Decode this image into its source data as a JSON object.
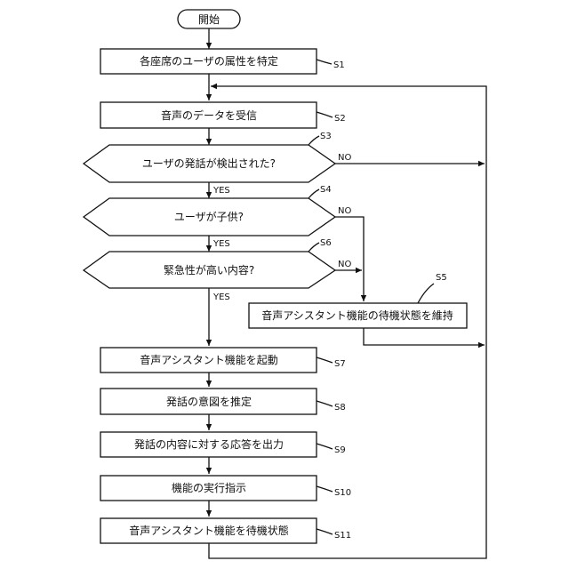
{
  "nodes": {
    "start": "開始",
    "s1": "各座席のユーザの属性を特定",
    "s2": "音声のデータを受信",
    "s3": "ユーザの発話が検出された?",
    "s4": "ユーザが子供?",
    "s6": "緊急性が高い内容?",
    "s5": "音声アシスタント機能の待機状態を維持",
    "s7": "音声アシスタント機能を起動",
    "s8": "発話の意図を推定",
    "s9": "発話の内容に対する応答を出力",
    "s10": "機能の実行指示",
    "s11": "音声アシスタント機能を待機状態"
  },
  "step_labels": {
    "s1": "S1",
    "s2": "S2",
    "s3": "S3",
    "s4": "S4",
    "s5": "S5",
    "s6": "S6",
    "s7": "S7",
    "s8": "S8",
    "s9": "S9",
    "s10": "S10",
    "s11": "S11"
  },
  "branch_labels": {
    "yes": "YES",
    "no": "NO"
  }
}
